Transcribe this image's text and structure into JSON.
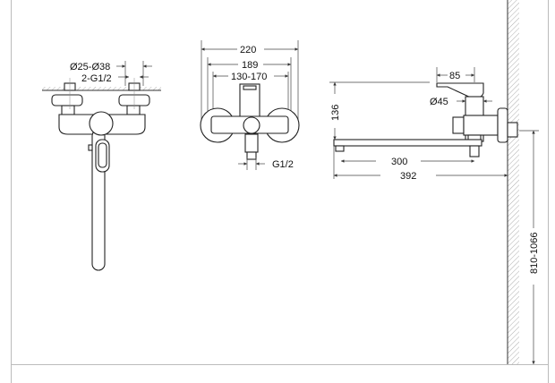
{
  "front_view": {
    "dim_connection": "Ø25-Ø38",
    "dim_thread": "2-G1/2"
  },
  "side_view": {
    "dim_total_width": "220",
    "dim_flange_width": "189",
    "dim_center_range": "130-170",
    "dim_outlet_thread": "G1/2"
  },
  "profile_view": {
    "dim_handle": "85",
    "dim_body_diameter": "Ø45",
    "dim_height": "136",
    "dim_spout_reach": "300",
    "dim_total_reach": "392",
    "dim_mount_height": "810-1066"
  }
}
